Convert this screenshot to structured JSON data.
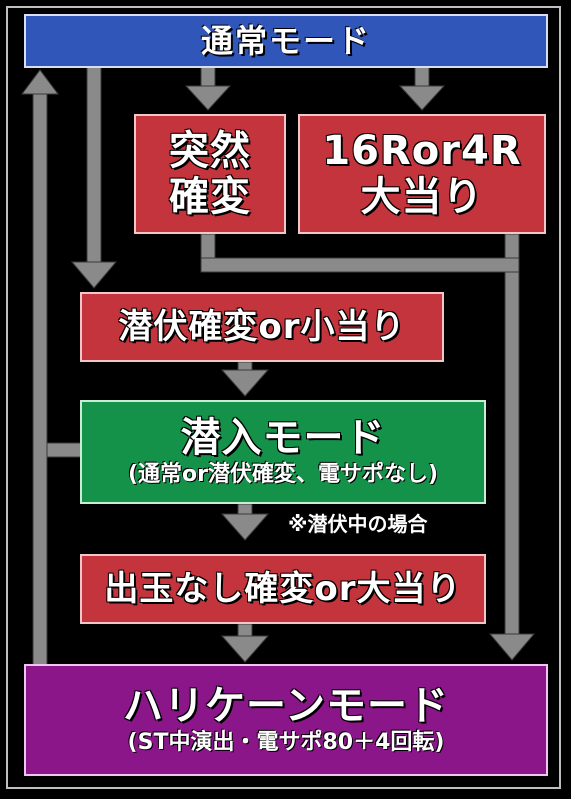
{
  "nodes": {
    "normal_mode": "通常モード",
    "sudden_kakuhen": [
      "突然",
      "確変"
    ],
    "big_hit": [
      "16Ror4R",
      "大当り"
    ],
    "hidden_kakuhen": "潜伏確変or小当り",
    "sennyu_mode": {
      "title": "潜入モード",
      "subtitle": "(通常or潜伏確変、電サポなし)"
    },
    "note": "※潜伏中の場合",
    "no_payout": "出玉なし確変or大当り",
    "hurricane_mode": {
      "title": "ハリケーンモード",
      "subtitle": "(ST中演出・電サポ80＋4回転)"
    }
  },
  "colors": {
    "normal_mode": "#2f56b8",
    "red_boxes": "#c3343c",
    "sennyu_mode": "#14924a",
    "hurricane_mode": "#8b1689",
    "arrows": "#8a8a8a"
  }
}
